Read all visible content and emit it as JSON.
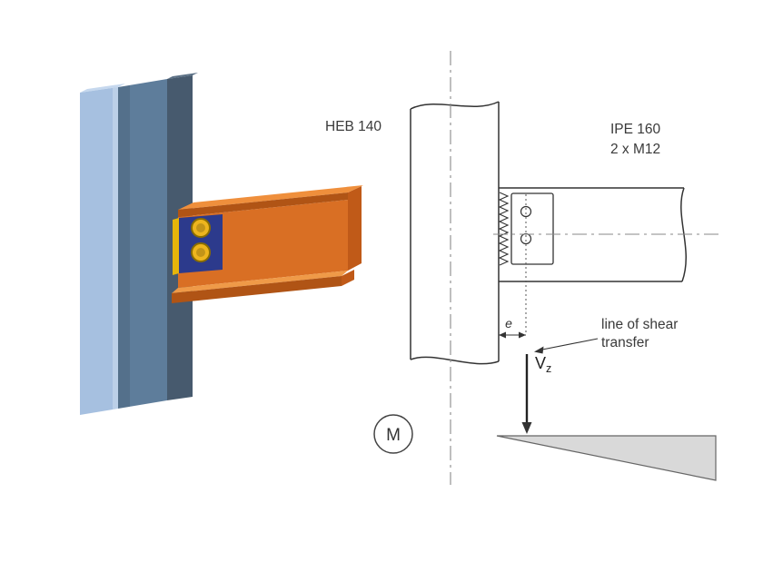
{
  "figure": {
    "column_label": "HEB 140",
    "beam_label": "IPE 160",
    "bolt_label": "2 x M12",
    "eccentricity_label": "e",
    "shear_transfer_line1": "line of shear",
    "shear_transfer_line2": "transfer",
    "shear_force_symbol": "V",
    "shear_force_subscript": "z",
    "moment_symbol": "M"
  },
  "colors": {
    "column_flange_front": "#a6c0e0",
    "column_flange_front_top": "#c6d8ee",
    "column_web": "#5e7d9b",
    "column_flange_back": "#475a6e",
    "column_flange_back_top": "#5c7186",
    "beam_top": "#ef8f3c",
    "beam_flange_sliver": "#ef9a48",
    "beam_web": "#d96f24",
    "beam_edge": "#b05415",
    "beam_end": "#c05a18",
    "plate": "#2c3a8c",
    "plate_edge": "#e6b50a",
    "bolt": "#edb51e",
    "bolt_rim": "#8a6d00",
    "moment_fill": "#d9d9d9",
    "moment_stroke": "#666666"
  }
}
